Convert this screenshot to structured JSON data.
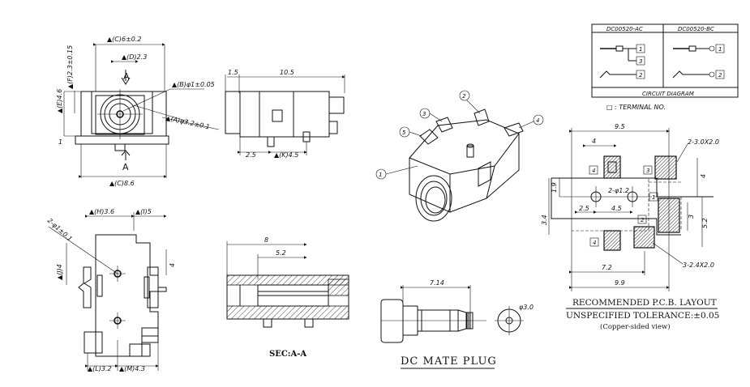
{
  "front_view": {
    "dim_c_top": "▲(C)6±0.2",
    "dim_d": "▲(D)2.3",
    "dim_f": "▲(F)2.3±0.15",
    "dim_e": "▲(E)4.6",
    "dim_b": "▲(B)φ1±0.05",
    "dim_a": "▲(A)φ3.2±0.1",
    "dim_c_bottom": "▲(C)8.6",
    "dim_1": "1",
    "section_top": "A",
    "section_bottom": "A"
  },
  "side_view": {
    "dim_left": "1.5",
    "dim_total": "10.5",
    "dim_25": "2.5",
    "dim_k": "▲(K)4.5"
  },
  "bottom_view": {
    "dim_h": "▲(H)3.6",
    "dim_i": "▲(I)5",
    "dim_hole": "2-φ1±0.1",
    "dim_j": "▲(J)4",
    "dim_4": "4",
    "dim_l": "▲(L)3.2",
    "dim_m": "▲(M)4.3"
  },
  "section": {
    "dim_8": "8",
    "dim_52": "5.2",
    "caption": "SEC:A-A"
  },
  "isometric": {
    "callouts": [
      "1",
      "2",
      "3",
      "4",
      "5"
    ]
  },
  "plug": {
    "dim_length": "7.14",
    "dim_dia": "φ3.0",
    "caption": "DC MATE PLUG"
  },
  "circuit": {
    "col1_title": "DC00520-AC",
    "col2_title": "DC00520-BC",
    "caption": "CIRCUIT DIAGRAM",
    "terminal_note": "□ : TERMINAL NO.",
    "col1_terminals": [
      "1",
      "3",
      "2"
    ],
    "col2_terminals": [
      "1",
      "2"
    ]
  },
  "pcb": {
    "dim_95": "9.5",
    "dim_4top": "4",
    "dim_pad1": "2-3.0X2.0",
    "dim_4right": "4",
    "dim_19": "1.9",
    "dim_holes": "2-φ1.2",
    "dim_25": "2.5",
    "dim_45": "4.5",
    "dim_34": "3.4",
    "dim_3": "3",
    "dim_52": "5.2",
    "dim_pad2": "3-2.4X2.0",
    "dim_72": "7.2",
    "dim_99": "9.9",
    "pad_labels": [
      "4",
      "3",
      "1",
      "2",
      "4"
    ],
    "title": "RECOMMENDED P.C.B. LAYOUT",
    "tolerance": "UNSPECIFIED TOLERANCE:±0.05",
    "note": "(Copper-sided view)"
  }
}
